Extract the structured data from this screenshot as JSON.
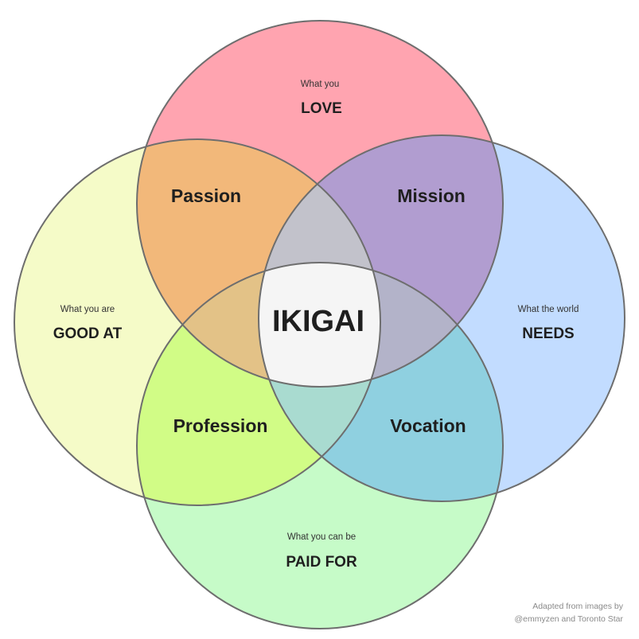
{
  "circles": {
    "love": {
      "sub": "What you",
      "main": "LOVE",
      "color": "#ffa4b0"
    },
    "good_at": {
      "sub": "What you are",
      "main": "GOOD AT",
      "color": "#f5fbc8"
    },
    "needs": {
      "sub": "What the world",
      "main": "NEEDS",
      "color": "#c2dcff"
    },
    "paid_for": {
      "sub": "What you can be",
      "main": "PAID FOR",
      "color": "#c6fbc8"
    }
  },
  "zones": {
    "passion": {
      "label": "Passion",
      "color": "#f2b87a"
    },
    "mission": {
      "label": "Mission",
      "color": "#b19dd0"
    },
    "profession": {
      "label": "Profession",
      "color": "#d1fc86"
    },
    "vocation": {
      "label": "Vocation",
      "color": "#8fd0e0"
    }
  },
  "center": {
    "label": "IKIGAI",
    "color": "#f5f5f5"
  },
  "overlap_colors": {
    "love_needs_paid": "#b3b3c9",
    "love_goodat_paid": "#e3c287",
    "love_goodat_needs": "#c2c2cb",
    "goodat_needs_paid": "#a9dbd0"
  },
  "credit": {
    "line1": "Adapted from images by",
    "line2": "@emmyzen and Toronto Star"
  }
}
